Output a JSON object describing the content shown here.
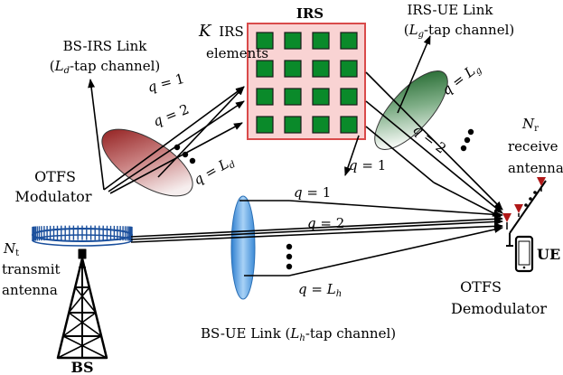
{
  "irs": {
    "title": "IRS",
    "k_symbol": "K",
    "elements_line1": "IRS",
    "elements_line2": "elements",
    "grid_rows": 4,
    "grid_cols": 4,
    "panel_fill": "#f9d3d3",
    "panel_border": "#d94a4a",
    "element_color": "#0a8a2a"
  },
  "bs_irs_link": {
    "line1": "BS-IRS Link",
    "tap_symbol": "L",
    "tap_subscript": "d",
    "tap_suffix": "-tap channel",
    "paths": [
      {
        "q": "q",
        "eq": " = ",
        "val": "1"
      },
      {
        "q": "q",
        "eq": " = ",
        "val": "2"
      },
      {
        "q": "q",
        "eq": " = ",
        "val": "L",
        "sub": "d"
      }
    ]
  },
  "irs_ue_link": {
    "line1": "IRS-UE Link",
    "tap_symbol": "L",
    "tap_subscript": "g",
    "tap_suffix": "-tap channel",
    "paths": [
      {
        "q": "q",
        "eq": " = ",
        "val": "L",
        "sub": "g"
      },
      {
        "q": "q",
        "eq": " = ",
        "val": "2"
      },
      {
        "q": "q",
        "eq": " = ",
        "val": "1"
      }
    ]
  },
  "bs_ue_link": {
    "prefix": "BS-UE Link (",
    "tap_symbol": "L",
    "tap_subscript": "h",
    "tap_suffix": "-tap channel)",
    "paths": [
      {
        "q": "q",
        "eq": " = ",
        "val": "1"
      },
      {
        "q": "q",
        "eq": " = ",
        "val": "2"
      },
      {
        "q": "q",
        "eq": " = ",
        "val": "L",
        "sub": "h"
      }
    ]
  },
  "otfs_modulator": {
    "line1": "OTFS",
    "line2": "Modulator"
  },
  "otfs_demodulator": {
    "line1": "OTFS",
    "line2": "Demodulator"
  },
  "bs": {
    "label": "BS",
    "n_symbol": "N",
    "n_sub": "t",
    "line2": "transmit",
    "line3": "antenna"
  },
  "ue": {
    "label": "UE",
    "n_symbol": "N",
    "n_sub": "r",
    "line2": "receive",
    "line3": "antenna"
  },
  "colors": {
    "red_ellipse": "#9c1a1a",
    "green_ellipse": "#1d6b2a",
    "blue_ellipse": "#4da3e6",
    "antenna_red": "#b01818",
    "array_blue": "#1a4f9c"
  }
}
